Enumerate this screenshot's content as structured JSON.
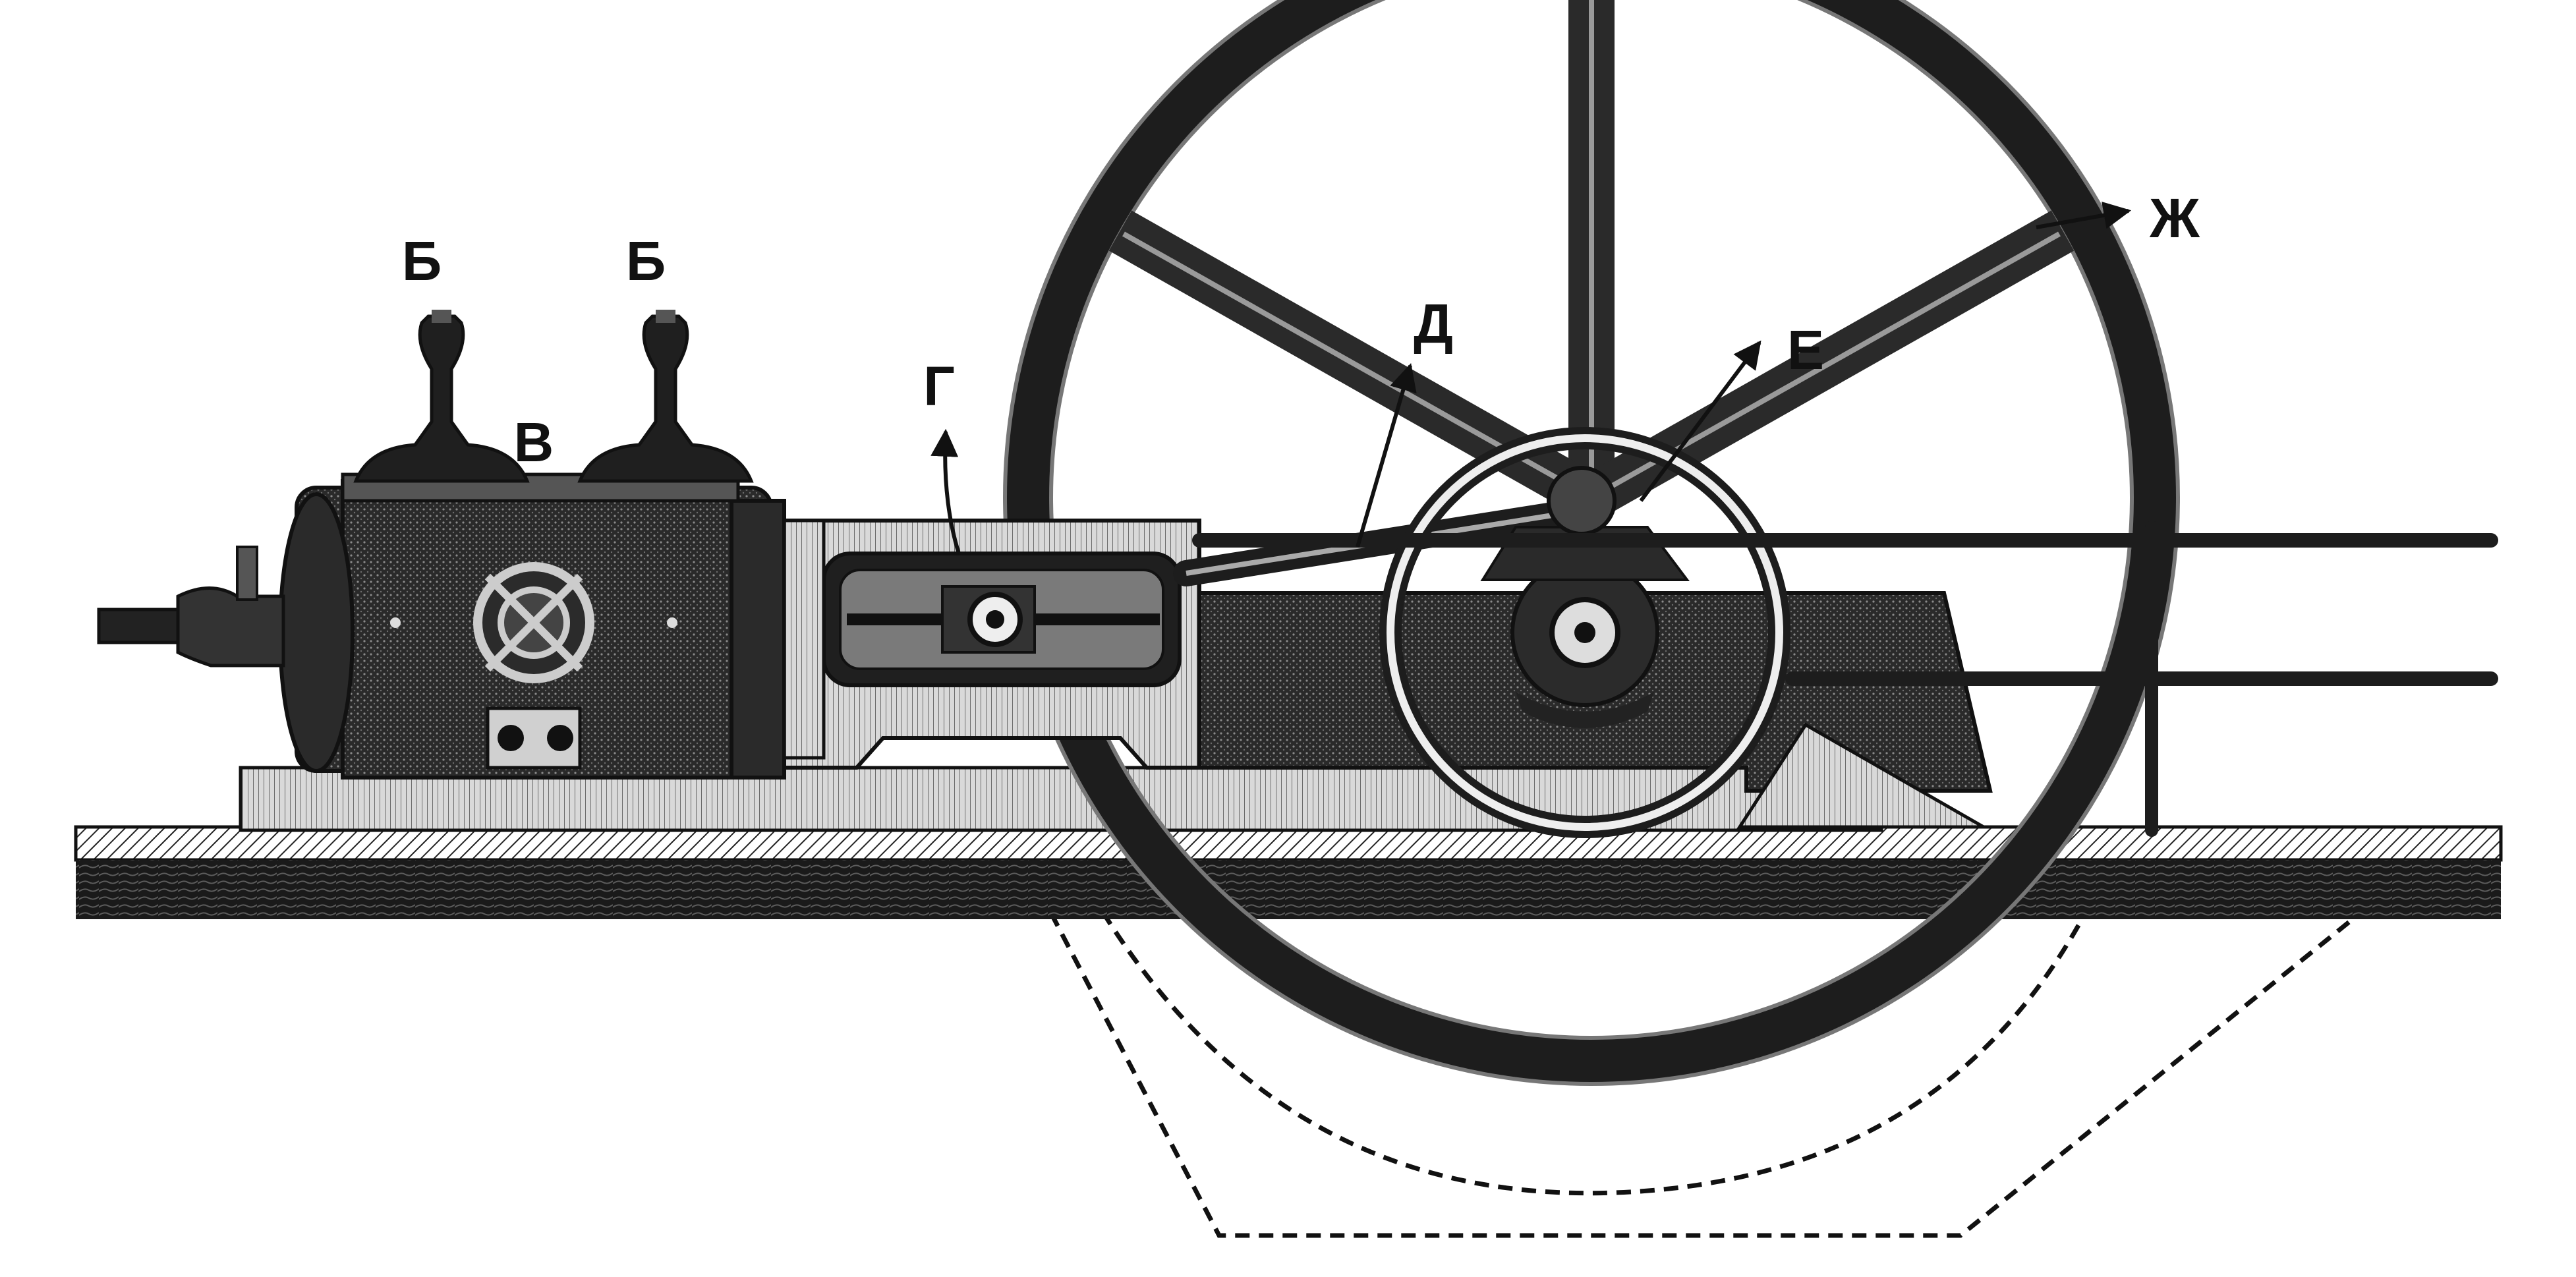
{
  "labels": {
    "b1": "Б",
    "b2": "Б",
    "v": "В",
    "g": "Г",
    "d": "Д",
    "e": "Е",
    "zh": "Ж"
  },
  "colors": {
    "ink": "#111111",
    "dark": "#1d1d1d",
    "mid": "#5a5a5a",
    "light": "#9a9a9a",
    "paper": "#ffffff"
  }
}
